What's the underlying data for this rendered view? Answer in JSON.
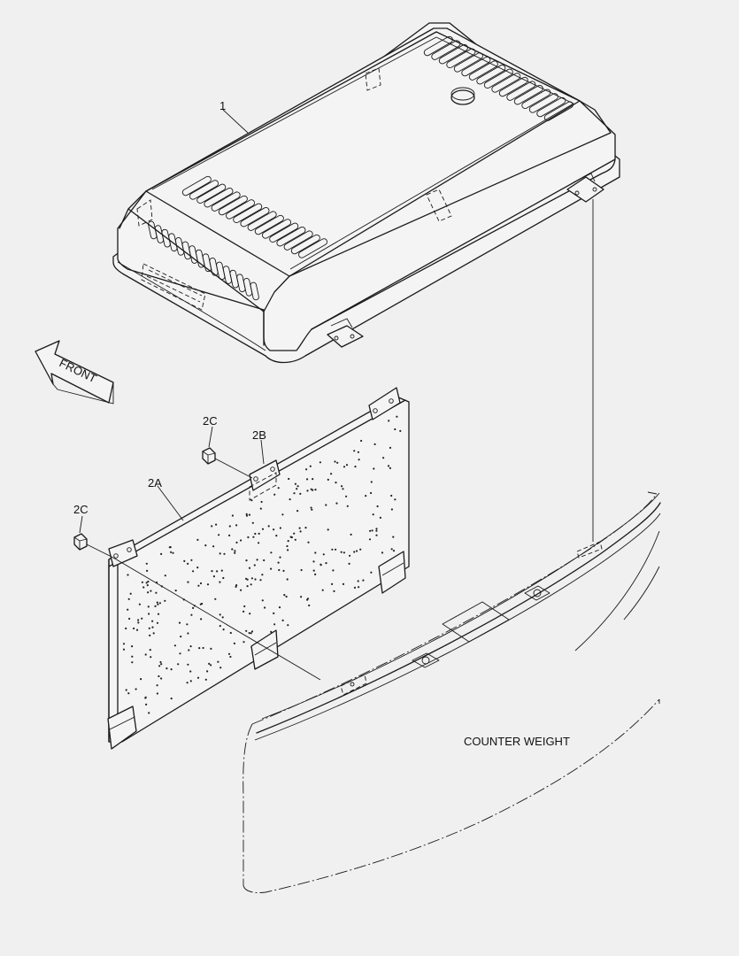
{
  "labels": {
    "cover": "1",
    "panel": "2A",
    "bracket": "2B",
    "bolt_top": "2C",
    "bolt_left": "2C",
    "front_arrow": "FRONT",
    "counter_weight": "COUNTER WEIGHT"
  },
  "colors": {
    "background": "#f0f0f0",
    "line": "#1a1a1a"
  }
}
